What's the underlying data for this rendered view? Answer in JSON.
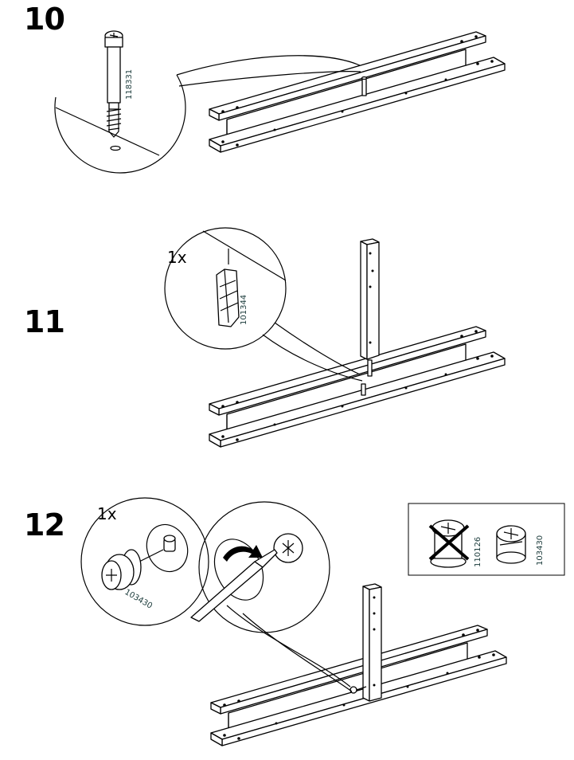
{
  "steps": [
    {
      "number": "10",
      "part_number": "118331"
    },
    {
      "number": "11",
      "quantity": "1x",
      "part_number": "101344"
    },
    {
      "number": "12",
      "quantity": "1x",
      "part_number": "103430",
      "comparison": {
        "wrong_part": "110126",
        "correct_part": "103430"
      }
    }
  ]
}
